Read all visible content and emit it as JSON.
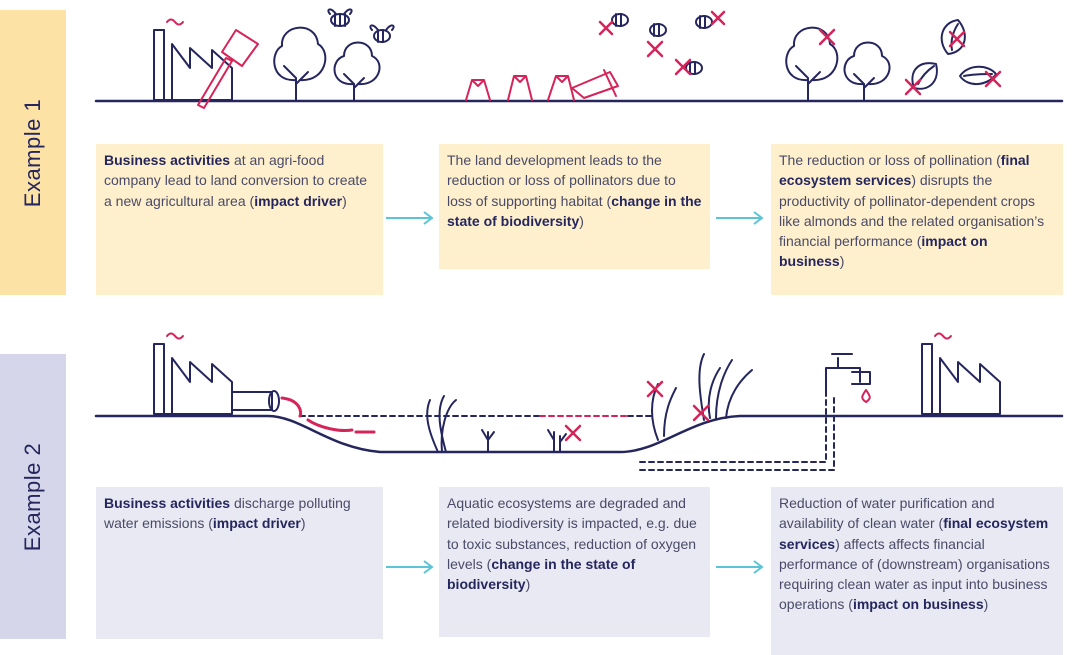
{
  "examples": [
    {
      "label": "Example 1",
      "boxes": [
        [
          {
            "t": "Business activities",
            "b": true
          },
          {
            "t": " at an agri-food company lead to land conversion to create a new agricultural area (",
            "b": false
          },
          {
            "t": "impact driver",
            "b": true
          },
          {
            "t": ")",
            "b": false
          }
        ],
        [
          {
            "t": "The land development leads to the reduction or loss of pollinators due to loss of supporting habitat (",
            "b": false
          },
          {
            "t": "change in the state of biodiversity",
            "b": true
          },
          {
            "t": ")",
            "b": false
          }
        ],
        [
          {
            "t": "The reduction or loss of pollination (",
            "b": false
          },
          {
            "t": "final ecosystem services",
            "b": true
          },
          {
            "t": ") disrupts the productivity of pollinator-dependent crops like almonds and the related organisation’s financial performance (",
            "b": false
          },
          {
            "t": "impact on business",
            "b": true
          },
          {
            "t": ")",
            "b": false
          }
        ]
      ]
    },
    {
      "label": "Example 2",
      "boxes": [
        [
          {
            "t": "Business activities",
            "b": true
          },
          {
            "t": " discharge polluting water emissions (",
            "b": false
          },
          {
            "t": "impact driver",
            "b": true
          },
          {
            "t": ")",
            "b": false
          }
        ],
        [
          {
            "t": "Aquatic ecosystems are degraded and related biodiversity is impacted, e.g. due to toxic substances, reduction of oxygen levels (",
            "b": false
          },
          {
            "t": "change in the state of biodiversity",
            "b": true
          },
          {
            "t": ")",
            "b": false
          }
        ],
        [
          {
            "t": "Reduction of water purification and availability of clean water (",
            "b": false
          },
          {
            "t": "final ecosystem services",
            "b": true
          },
          {
            "t": ") affects affects financial performance of (downstream) organisations requiring clean water as input into business operations (",
            "b": false
          },
          {
            "t": "impact on business",
            "b": true
          },
          {
            "t": ")",
            "b": false
          }
        ]
      ]
    }
  ],
  "icons": [
    "factory-icon",
    "axe-icon",
    "tree-icon",
    "bee-icon",
    "tree-stump-icon",
    "cross-mark-icon",
    "almond-icon",
    "pipe-icon",
    "aquatic-plant-icon",
    "tap-icon",
    "water-drop-icon",
    "arrow-right-icon"
  ],
  "colors": {
    "navy": "#25265e",
    "red": "#d6245a",
    "yellow_side": "#fde2a6",
    "yellow_box": "#fef0cc",
    "purple_side": "#d6d6ea",
    "purple_box": "#e9e9f3",
    "arrow": "#5bc4d6"
  }
}
